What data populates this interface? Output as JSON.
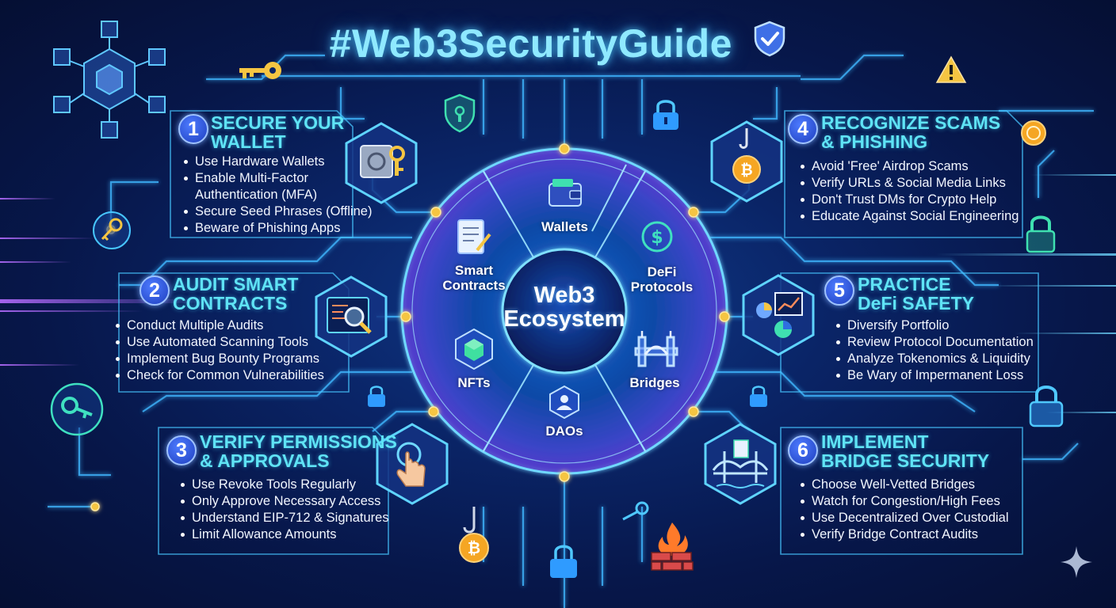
{
  "title": "#Web3SecurityGuide",
  "hub": {
    "label_line1": "Web3",
    "label_line2": "Ecosystem",
    "segments": [
      {
        "line1": "Wallets",
        "line2": ""
      },
      {
        "line1": "DeFi",
        "line2": "Protocols"
      },
      {
        "line1": "Bridges",
        "line2": ""
      },
      {
        "line1": "DAOs",
        "line2": ""
      },
      {
        "line1": "NFTs",
        "line2": ""
      },
      {
        "line1": "Smart",
        "line2": "Contracts"
      }
    ]
  },
  "sections": [
    {
      "number": "1",
      "heading_line1": "SECURE YOUR",
      "heading_line2": "WALLET",
      "items": [
        "Use Hardware Wallets",
        "Enable Multi-Factor",
        "Authentication (MFA)",
        "Secure Seed Phrases (Offline)",
        "Beware of Phishing Apps"
      ]
    },
    {
      "number": "2",
      "heading_line1": "AUDIT SMART",
      "heading_line2": "CONTRACTS",
      "items": [
        "Conduct Multiple Audits",
        "Use Automated Scanning Tools",
        "Implement Bug Bounty Programs",
        "Check for Common Vulnerabilities"
      ]
    },
    {
      "number": "3",
      "heading_line1": "VERIFY PERMISSIONS",
      "heading_line2": "& APPROVALS",
      "items": [
        "Use Revoke Tools Regularly",
        "Only Approve Necessary Access",
        "Understand EIP-712 & Signatures",
        "Limit Allowance Amounts"
      ]
    },
    {
      "number": "4",
      "heading_line1": "RECOGNIZE SCAMS",
      "heading_line2": "& PHISHING",
      "items": [
        "Avoid 'Free' Airdrop Scams",
        "Verify URLs & Social Media Links",
        "Don't Trust DMs for Crypto Help",
        "Educate Against Social Engineering"
      ]
    },
    {
      "number": "5",
      "heading_line1": "PRACTICE",
      "heading_line2": "DeFi SAFETY",
      "items": [
        "Diversify Portfolio",
        "Review Protocol Documentation",
        "Analyze Tokenomics & Liquidity",
        "Be Wary of Impermanent Loss"
      ]
    },
    {
      "number": "6",
      "heading_line1": "IMPLEMENT",
      "heading_line2": "BRIDGE SECURITY",
      "items": [
        "Choose Well-Vetted Bridges",
        "Watch for Congestion/High Fees",
        "Use Decentralized Over Custodial",
        "Verify Bridge Contract Audits"
      ]
    }
  ],
  "colors": {
    "accent": "#5fe3f5",
    "title": "#8fe9ff",
    "node": "#f5c542",
    "background": "#07174a",
    "badge": "#2f55e0"
  },
  "icons": [
    "shield-check-icon",
    "safe-key-icon",
    "code-search-icon",
    "touch-hand-icon",
    "fishhook-bitcoin-icon",
    "portfolio-chart-icon",
    "bridge-document-icon",
    "wallet-icon",
    "defi-coin-icon",
    "bridge-icon",
    "dao-people-icon",
    "nft-cube-icon",
    "contract-scroll-icon",
    "padlock-icon",
    "key-icon",
    "warning-icon",
    "firewall-icon",
    "blockchain-cube-icon"
  ]
}
